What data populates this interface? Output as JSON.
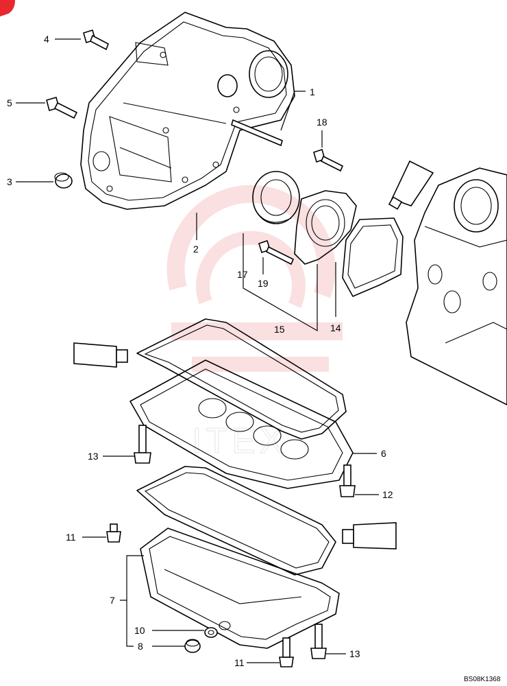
{
  "drawing": {
    "reference_code": "BS08K1368",
    "accent_color": "#e8282e",
    "watermark_color": "#f6c8c8",
    "watermark_text": "ITEX"
  },
  "callouts": [
    {
      "id": "c1",
      "label": "1"
    },
    {
      "id": "c2",
      "label": "2"
    },
    {
      "id": "c3",
      "label": "3"
    },
    {
      "id": "c4",
      "label": "4"
    },
    {
      "id": "c5",
      "label": "5"
    },
    {
      "id": "c6",
      "label": "6"
    },
    {
      "id": "c7",
      "label": "7"
    },
    {
      "id": "c8",
      "label": "8"
    },
    {
      "id": "c10",
      "label": "10"
    },
    {
      "id": "c11a",
      "label": "11"
    },
    {
      "id": "c11b",
      "label": "11"
    },
    {
      "id": "c12",
      "label": "12"
    },
    {
      "id": "c13a",
      "label": "13"
    },
    {
      "id": "c13b",
      "label": "13"
    },
    {
      "id": "c14",
      "label": "14"
    },
    {
      "id": "c15",
      "label": "15"
    },
    {
      "id": "c17",
      "label": "17"
    },
    {
      "id": "c18",
      "label": "18"
    },
    {
      "id": "c19",
      "label": "19"
    }
  ]
}
